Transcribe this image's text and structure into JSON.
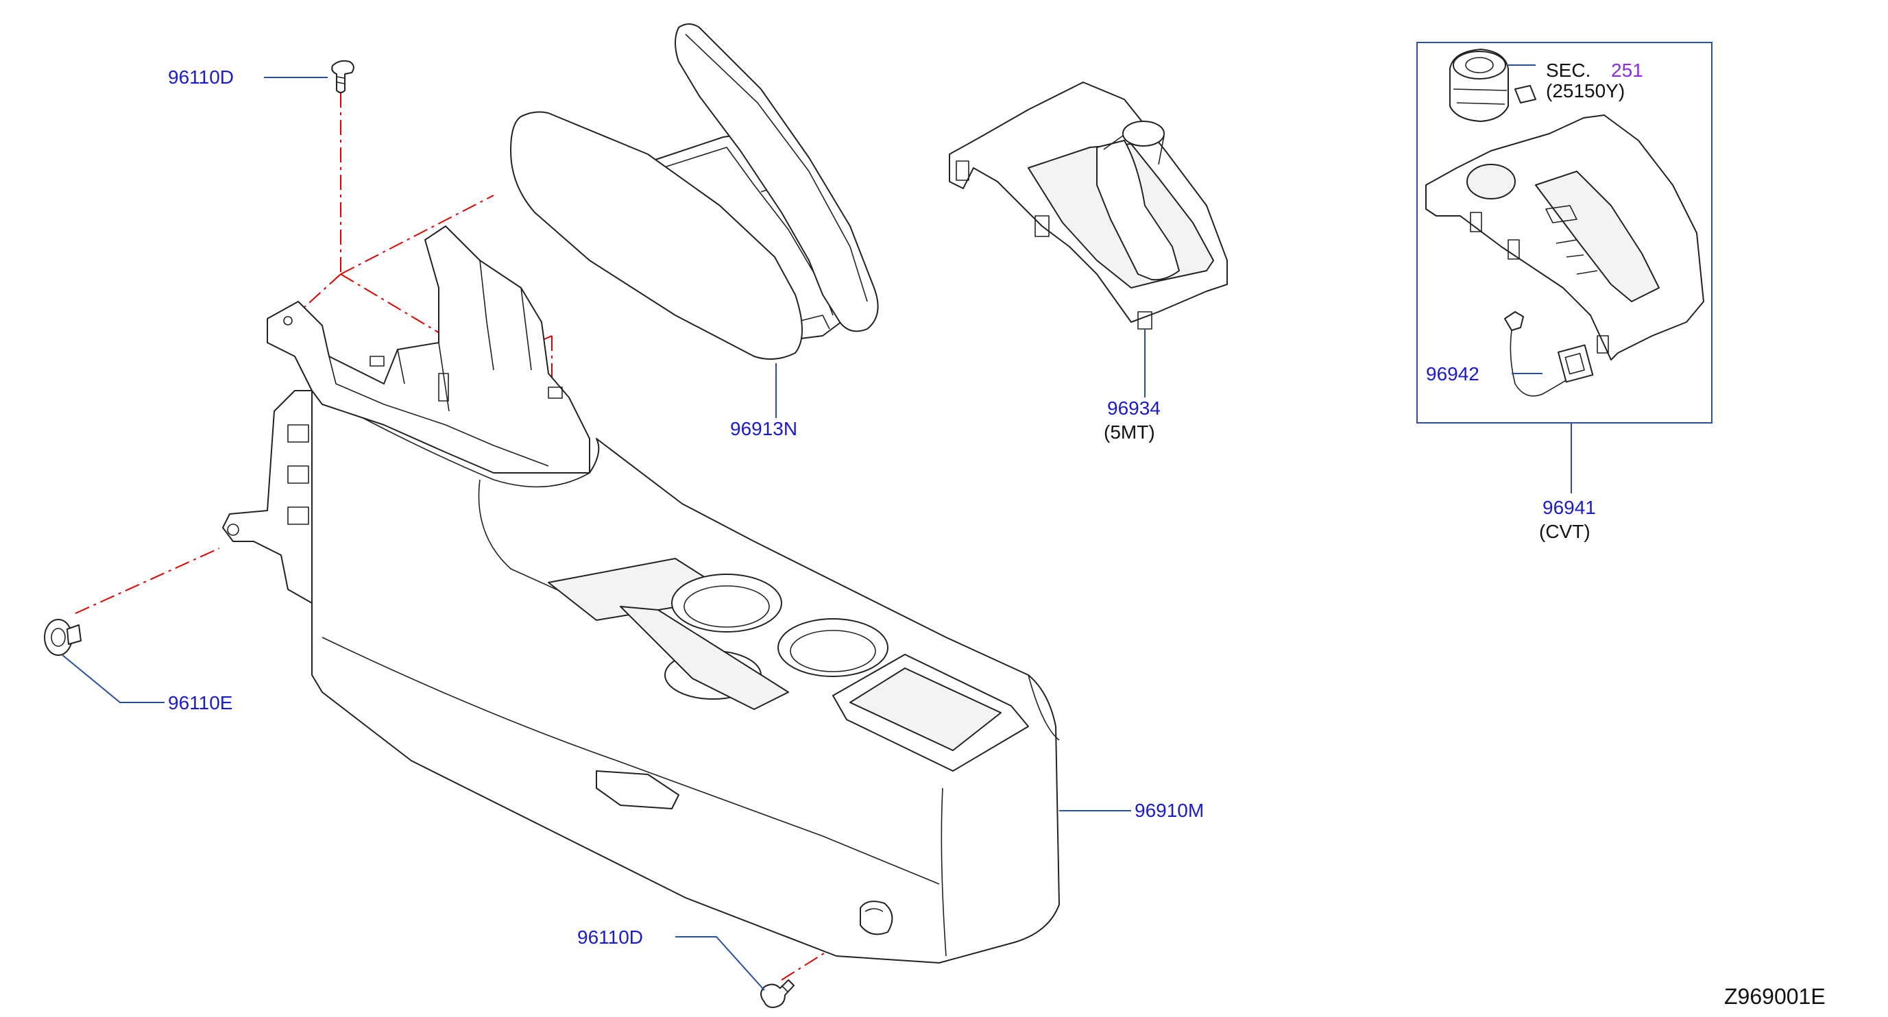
{
  "callouts": {
    "clip_top": "96110D",
    "armrest_lid": "96913N",
    "boot_finisher": "96934",
    "boot_finisher_note": "(5MT)",
    "sec_label": "SEC.",
    "sec_number": "251",
    "sec_part": "(25150Y)",
    "harness": "96942",
    "cvt_finisher": "96941",
    "cvt_finisher_note": "(CVT)",
    "clip_left": "96110E",
    "console_body": "96910M",
    "clip_bottom": "96110D"
  },
  "drawing_code": "Z969001E",
  "colors": {
    "callout_text": "#1a1ad2",
    "section_ref": "#8a2be2",
    "leader_line": "#2a4f9c",
    "assembly_line": "#e00000",
    "linework": "#222222"
  }
}
